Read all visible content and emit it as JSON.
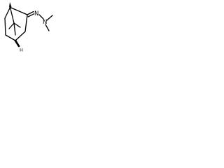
{
  "structure": {
    "atoms": {
      "nitrogen_imine": "N",
      "nitrogen_amine": "N",
      "bridgehead_hydrogen": "H"
    },
    "colors": {
      "bond": "#000000",
      "label": "#000000",
      "background": "#ffffff"
    }
  }
}
